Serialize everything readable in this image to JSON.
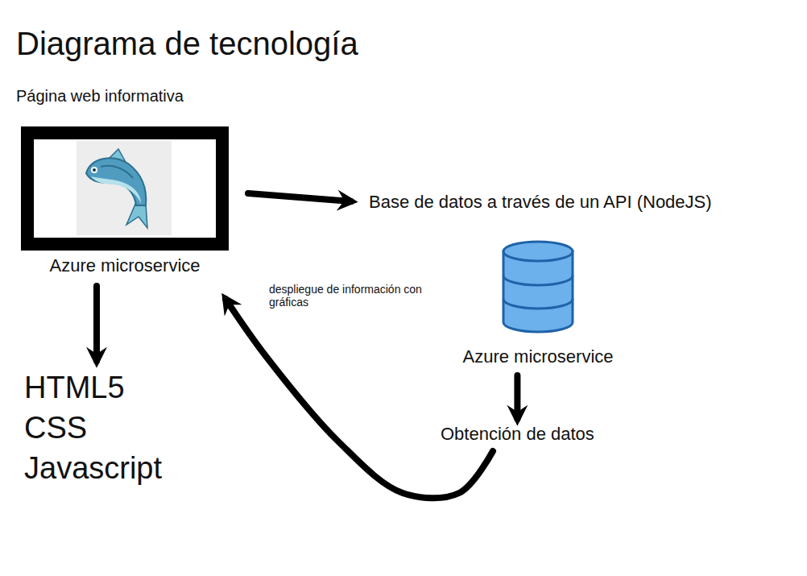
{
  "diagram": {
    "title": "Diagrama de tecnología",
    "nodes": [
      {
        "text": [
          "Página web informativa",
          "Azure microservice"
        ]
      },
      {
        "text": [
          "Base de datos a través de un API (NodeJS)",
          "Azure microservice"
        ]
      },
      {
        "text": [
          "Obtención de datos"
        ]
      },
      {
        "text": [
          "HTML5 CSS Javascript"
        ]
      }
    ],
    "edges": [
      {
        "from": 0,
        "to": 1,
        "arrow": "to"
      },
      {
        "from": 0,
        "to": 3,
        "arrow": "to"
      },
      {
        "from": 1,
        "to": 2,
        "arrow": "to"
      },
      {
        "from": 2,
        "to": 0,
        "label": "despliegue de información con gráficas",
        "arrow": "to"
      }
    ]
  }
}
